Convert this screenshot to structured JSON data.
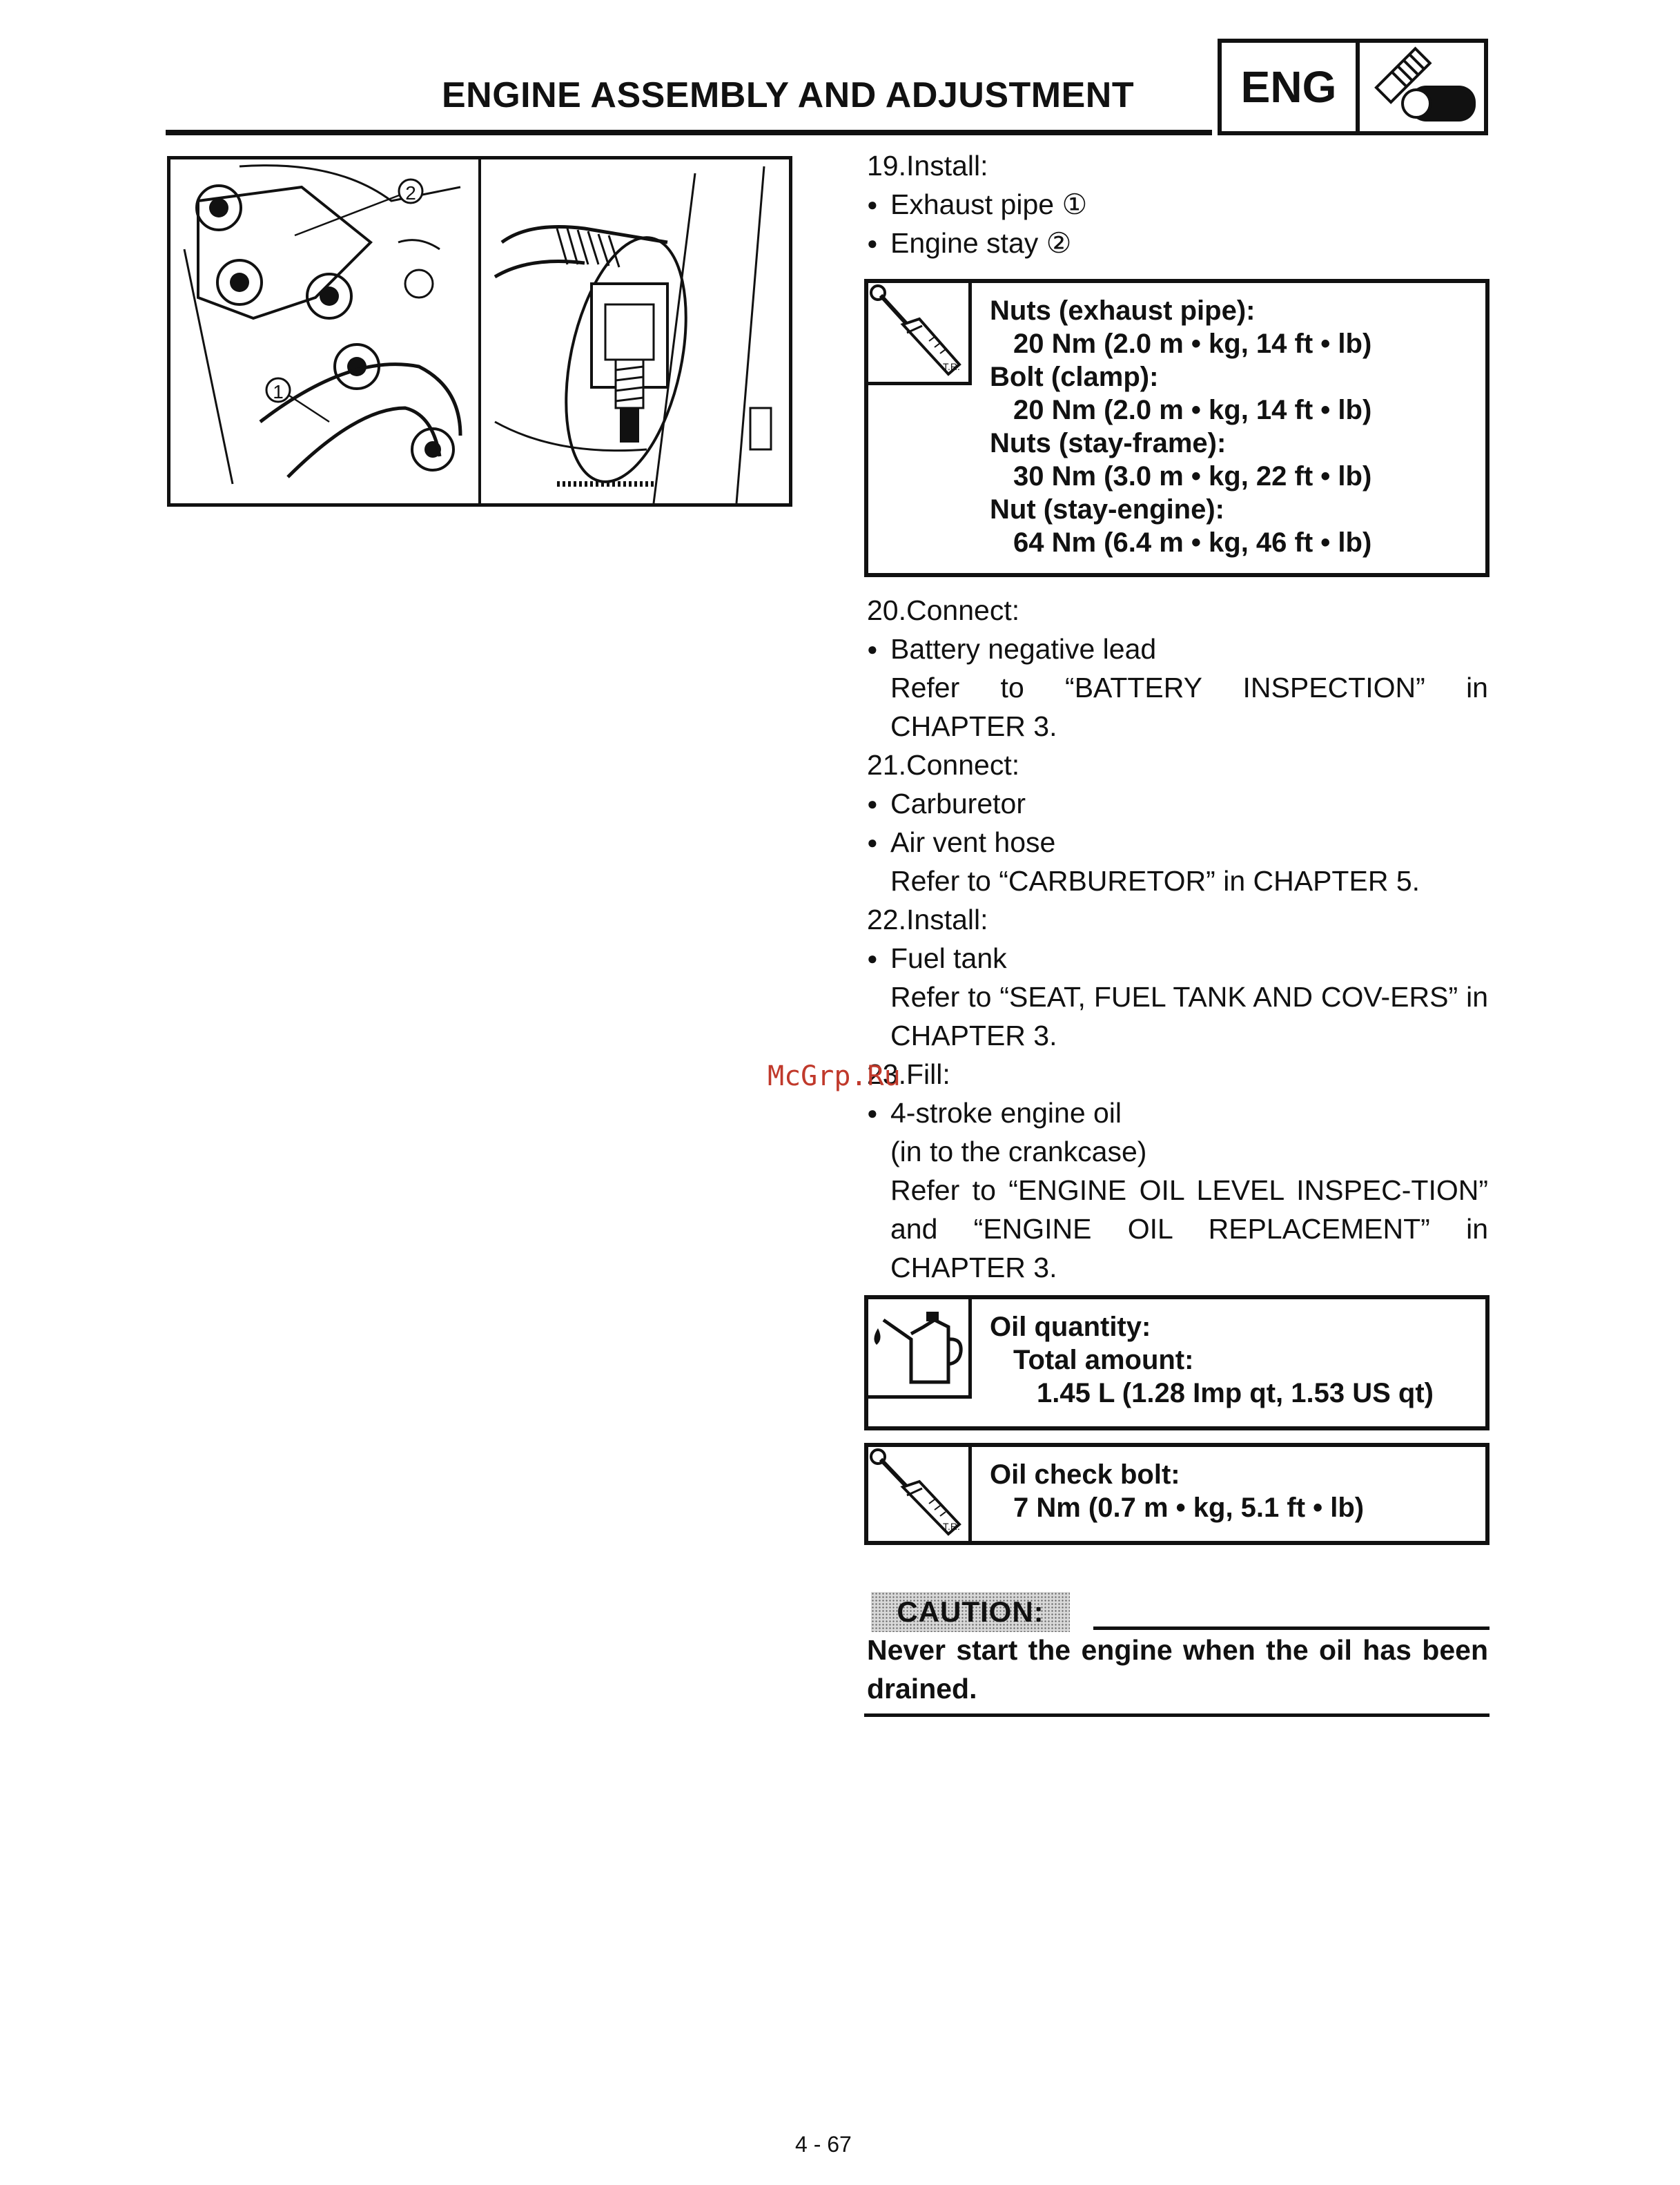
{
  "header": {
    "title": "ENGINE ASSEMBLY AND ADJUSTMENT",
    "section_tag": "ENG",
    "section_icon": "engine-bolt-icon"
  },
  "figure": {
    "callouts": [
      "①",
      "②"
    ]
  },
  "steps": {
    "s19": {
      "heading": "19.Install:",
      "items": [
        "Exhaust pipe ①",
        "Engine stay ②"
      ]
    },
    "torque1": {
      "icon": "torque-wrench-icon",
      "l1": "Nuts (exhaust pipe):",
      "l2": "20 Nm (2.0 m • kg, 14 ft • lb)",
      "l3": "Bolt (clamp):",
      "l4": "20 Nm (2.0 m • kg, 14 ft • lb)",
      "l5": "Nuts (stay-frame):",
      "l6": "30 Nm (3.0 m • kg, 22 ft • lb)",
      "l7": "Nut (stay-engine):",
      "l8": "64 Nm (6.4 m • kg, 46 ft • lb)"
    },
    "s20": {
      "heading": "20.Connect:",
      "item": "Battery negative lead",
      "ref": "Refer to “BATTERY INSPECTION” in CHAPTER 3."
    },
    "s21": {
      "heading": "21.Connect:",
      "item1": "Carburetor",
      "item2": "Air vent hose",
      "ref": "Refer to “CARBURETOR” in CHAPTER 5."
    },
    "s22": {
      "heading": "22.Install:",
      "item": "Fuel tank",
      "ref": "Refer to “SEAT, FUEL TANK AND COV-ERS” in CHAPTER 3."
    },
    "s23": {
      "heading": "23.Fill:",
      "item": "4-stroke engine oil",
      "note": "(in to the crankcase)",
      "ref": "Refer to “ENGINE OIL LEVEL INSPEC-TION” and “ENGINE OIL REPLACEMENT” in CHAPTER 3."
    },
    "oil": {
      "icon": "oil-can-icon",
      "l1": "Oil quantity:",
      "l2": "Total amount:",
      "l3": "1.45 L (1.28 Imp qt, 1.53 US qt)"
    },
    "torque2": {
      "icon": "torque-wrench-icon",
      "l1": "Oil check bolt:",
      "l2": "7 Nm (0.7 m • kg, 5.1 ft • lb)"
    }
  },
  "caution": {
    "label": "CAUTION:",
    "text": "Never start the engine when the oil has been drained."
  },
  "watermark": "McGrp.Ru",
  "page_number": "4 - 67"
}
